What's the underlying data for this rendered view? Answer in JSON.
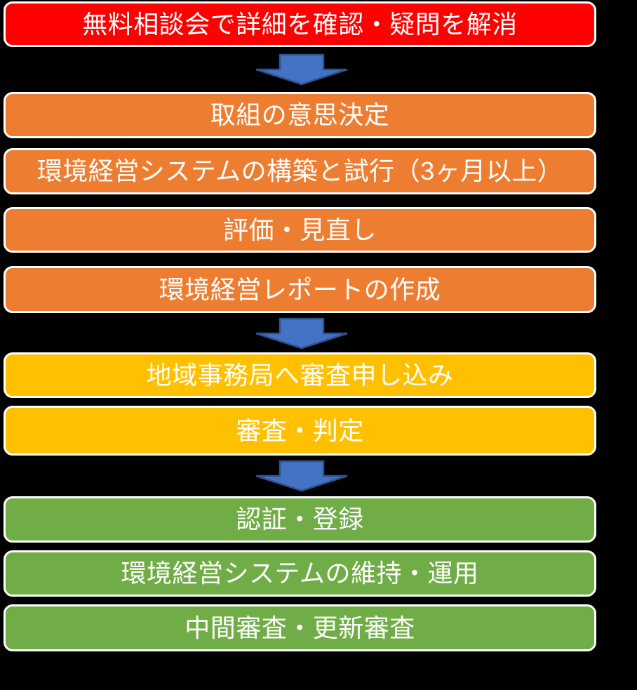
{
  "flow": {
    "background_color": "#000000",
    "box_border_color": "#FFFFFF",
    "text_color": "#FFFFFF",
    "palette": {
      "red": "#FF0000",
      "orange": "#ED7D31",
      "yellow": "#FFC000",
      "green": "#70AD47"
    },
    "arrow": {
      "fill": "#4472C4",
      "border": "#2F528F",
      "direction": "down"
    },
    "steps": [
      {
        "label": "無料相談会で詳細を確認・疑問を解消",
        "color": "red"
      },
      {
        "label": "取組の意思決定",
        "color": "orange"
      },
      {
        "label": "環境経営システムの構築と試行（3ヶ月以上）",
        "color": "orange"
      },
      {
        "label": "評価・見直し",
        "color": "orange"
      },
      {
        "label": "環境経営レポートの作成",
        "color": "orange"
      },
      {
        "label": "地域事務局へ審査申し込み",
        "color": "yellow"
      },
      {
        "label": "審査・判定",
        "color": "yellow"
      },
      {
        "label": "認証・登録",
        "color": "green"
      },
      {
        "label": "環境経営システムの維持・運用",
        "color": "green"
      },
      {
        "label": "中間審査・更新審査",
        "color": "green"
      }
    ],
    "arrows": [
      {
        "after_step": 0
      },
      {
        "after_step": 4
      },
      {
        "after_step": 6
      }
    ]
  }
}
